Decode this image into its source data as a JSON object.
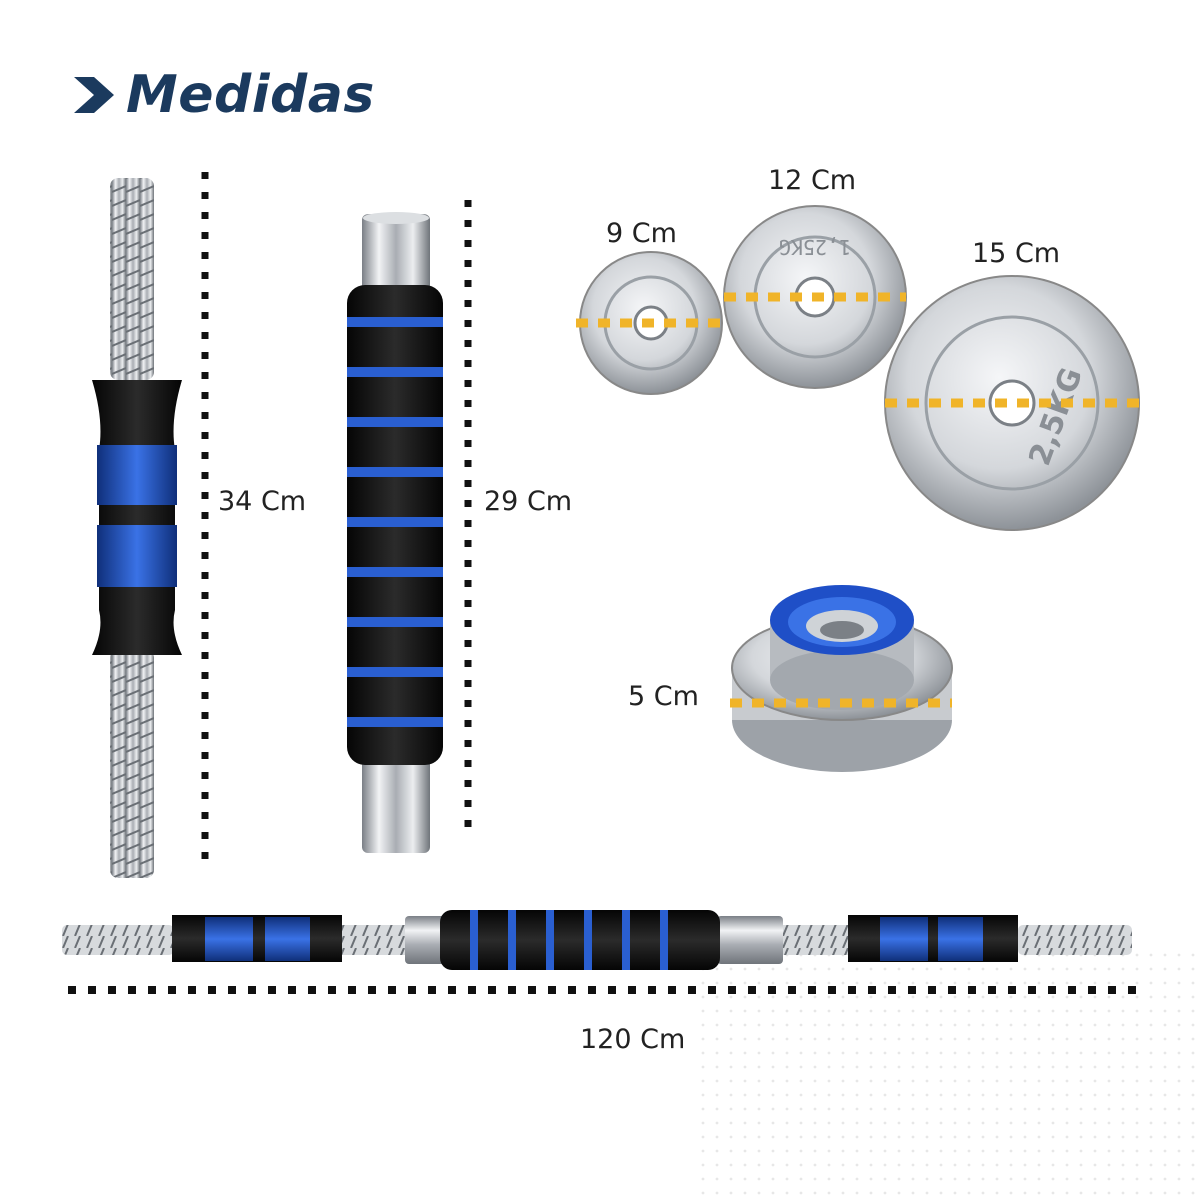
{
  "header": {
    "title": "Medidas",
    "accent": "#1b3a5e"
  },
  "measurements": {
    "dumbbell_handle": "34 Cm",
    "foam_handle": "29 Cm",
    "plate_small": "9 Cm",
    "plate_medium": "12 Cm",
    "plate_large": "15 Cm",
    "collar": "5 Cm",
    "full_bar": "120 Cm"
  },
  "plates": {
    "medium_marking": "1,25KG",
    "large_marking": "2,5KG"
  },
  "colors": {
    "grip_blue": "#2a5fd1",
    "grip_black": "#151515",
    "chrome": "#c9ccd0",
    "dotted_gold": "#f0b429",
    "dotted_black": "#111111"
  }
}
